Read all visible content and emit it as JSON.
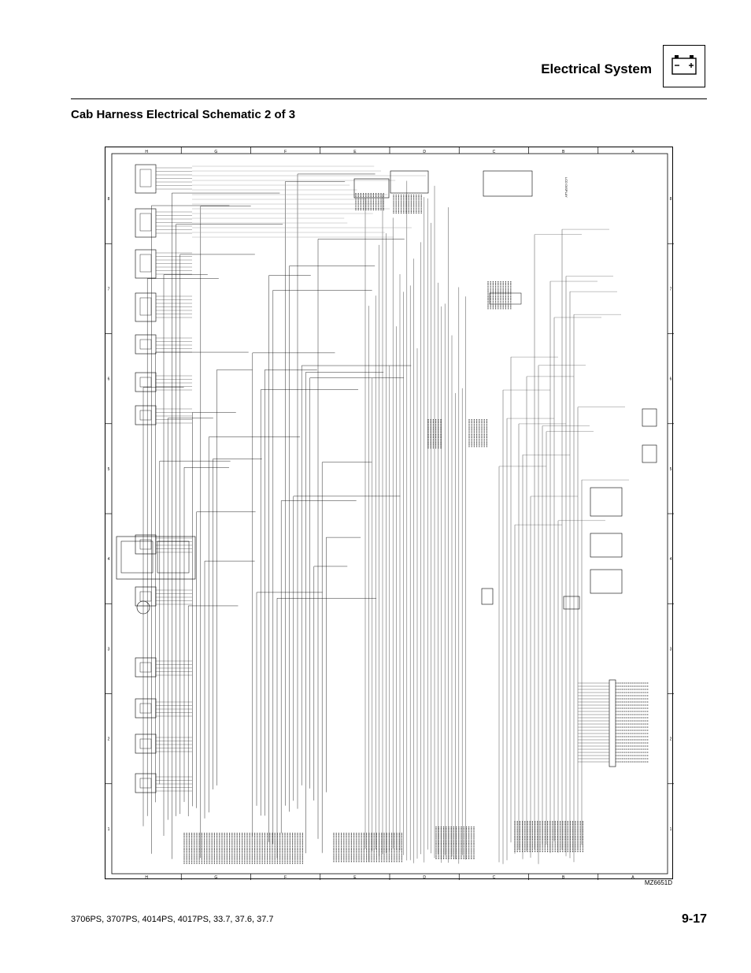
{
  "header": {
    "section": "Electrical System",
    "icon": "battery-icon"
  },
  "page": {
    "title": "Cab Harness Electrical Schematic 2 of 3",
    "figure_id": "MZ6651D",
    "models": "3706PS, 3707PS, 4014PS, 4017PS, 33.7, 37.6, 37.7",
    "number": "9-17"
  },
  "schematic": {
    "zone_columns": [
      "H",
      "G",
      "F",
      "E",
      "D",
      "C",
      "B",
      "A"
    ],
    "zone_rows": [
      "8",
      "7",
      "6",
      "5",
      "4",
      "3",
      "2",
      "1"
    ],
    "component_labels": [
      "LCD DISPLAY"
    ]
  }
}
